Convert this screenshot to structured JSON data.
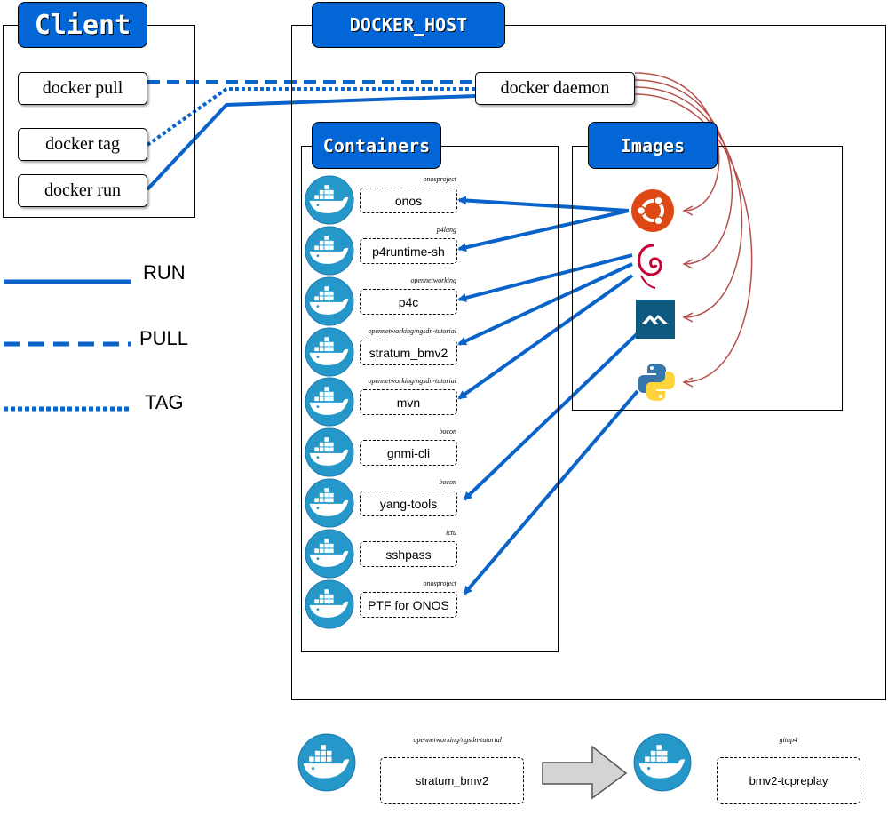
{
  "client": {
    "title": "Client",
    "commands": [
      "docker pull",
      "docker tag",
      "docker run"
    ]
  },
  "docker_host": {
    "title": "DOCKER_HOST",
    "daemon": "docker daemon",
    "containers_title": "Containers",
    "images_title": "Images",
    "containers": [
      {
        "name": "onos",
        "source": "onosproject"
      },
      {
        "name": "p4runtime-sh",
        "source": "p4lang"
      },
      {
        "name": "p4c",
        "source": "opennetworking"
      },
      {
        "name": "stratum_bmv2",
        "source": "opennetworking/ngsdn-tutorial"
      },
      {
        "name": "mvn",
        "source": "opennetworking/ngsdn-tutorial"
      },
      {
        "name": "gnmi-cli",
        "source": "bocon"
      },
      {
        "name": "yang-tools",
        "source": "bocon"
      },
      {
        "name": "sshpass",
        "source": "ictu"
      },
      {
        "name": "PTF for ONOS",
        "source": "onosproject"
      }
    ],
    "images": [
      "ubuntu-icon",
      "debian-icon",
      "alpine-icon",
      "python-icon"
    ]
  },
  "legend": {
    "run": "RUN",
    "pull": "PULL",
    "tag": "TAG"
  },
  "transform": {
    "from_source": "opennetworking/ngsdn-tutorial",
    "from_name": "stratum_bmv2",
    "to_source": "gitap4",
    "to_name": "bmv2-tcpreplay"
  },
  "colors": {
    "tab_blue": "#0366d6",
    "run_line": "#0a63c9",
    "daemon_arrow": "#b5504c",
    "whale": "#2597c9"
  }
}
